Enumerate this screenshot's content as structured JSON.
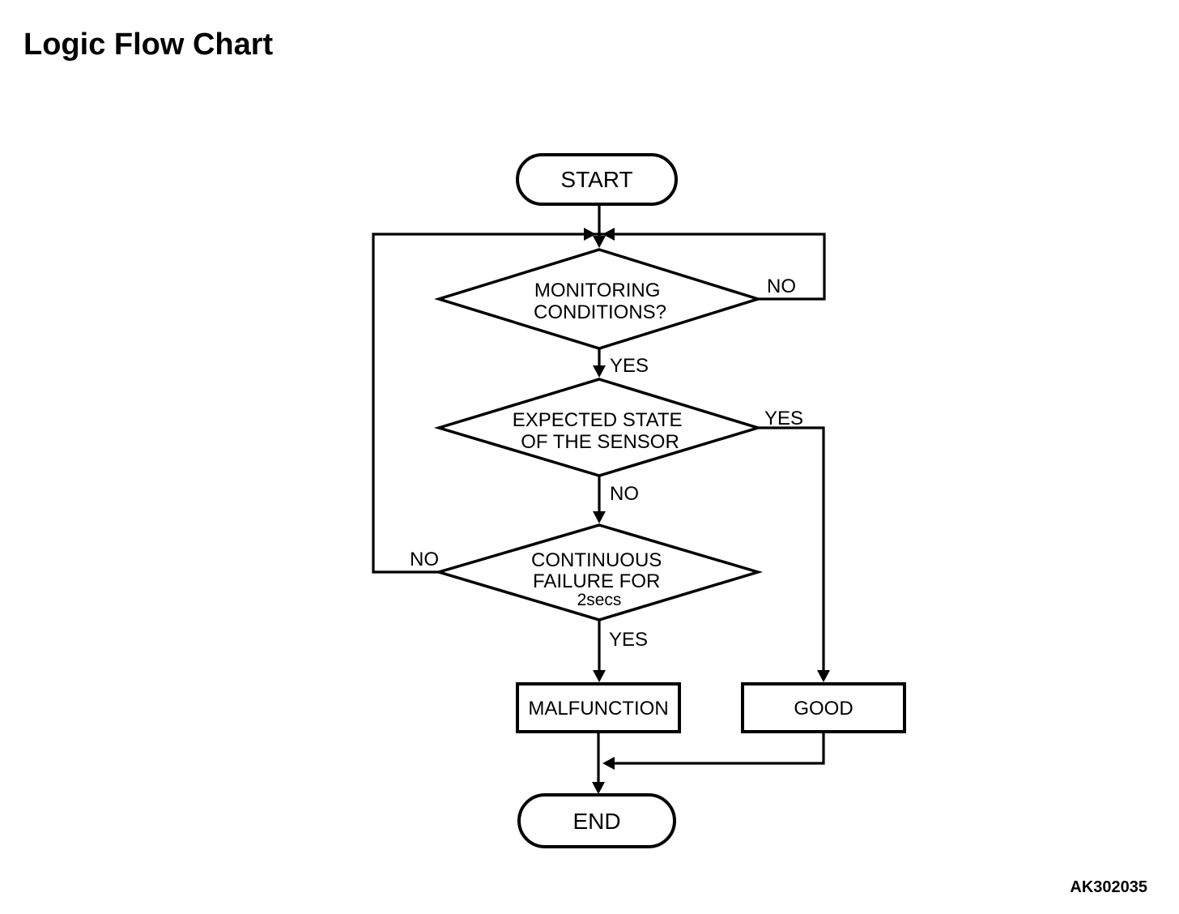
{
  "page": {
    "title": "Logic Flow Chart",
    "figure_code": "AK302035",
    "background_color": "#ffffff",
    "line_color": "#000000"
  },
  "flowchart": {
    "nodes": {
      "start": {
        "type": "terminator",
        "label": "START"
      },
      "monitoring_conditions": {
        "type": "decision",
        "line1": "MONITORING",
        "line2": "CONDITIONS?"
      },
      "expected_state": {
        "type": "decision",
        "line1": "EXPECTED STATE",
        "line2": "OF THE SENSOR"
      },
      "continuous_failure": {
        "type": "decision",
        "line1": "CONTINUOUS",
        "line2": "FAILURE FOR",
        "line3": "2secs"
      },
      "malfunction": {
        "type": "process",
        "label": "MALFUNCTION"
      },
      "good": {
        "type": "process",
        "label": "GOOD"
      },
      "end": {
        "type": "terminator",
        "label": "END"
      }
    },
    "edge_labels": {
      "monitoring_no": "NO",
      "monitoring_yes": "YES",
      "expected_yes": "YES",
      "expected_no": "NO",
      "continuous_no": "NO",
      "continuous_yes": "YES"
    }
  }
}
